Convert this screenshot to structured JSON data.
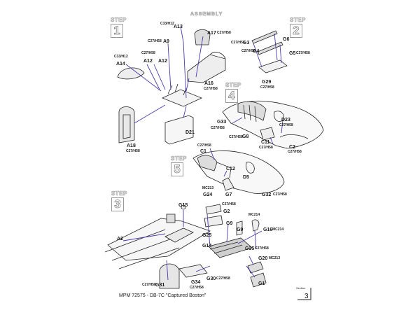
{
  "header": {
    "title": "ASSEMBLY"
  },
  "steps": [
    {
      "word": "STEP",
      "number": "1"
    },
    {
      "word": "STEP",
      "number": "2"
    },
    {
      "word": "STEP",
      "number": "4"
    },
    {
      "word": "STEP",
      "number": "5"
    },
    {
      "word": "STEP",
      "number": "3"
    }
  ],
  "parts": [
    "A13",
    "A9",
    "A17",
    "G3",
    "G6",
    "G4",
    "G5",
    "A14",
    "A12",
    "A12",
    "A16",
    "G29",
    "G33",
    "D23",
    "D21",
    "G8",
    "C11",
    "C2",
    "A18",
    "C1",
    "C12",
    "D5",
    "G7",
    "G24",
    "G32",
    "G15",
    "G2",
    "G9",
    "G9",
    "G16",
    "A2",
    "G25",
    "G14",
    "G35",
    "G20",
    "G30",
    "G34",
    "G31",
    "G1"
  ],
  "refs": {
    "r1": "C33/H12",
    "r2": "C27/H58",
    "r3": "C27/H58",
    "r4": "C27/H58",
    "r5": "C27/H58",
    "r6": "C33/H12",
    "r7": "C27/H58",
    "r8": "C27/H58",
    "r9": "C27/H58",
    "r10": "C27/H58",
    "r11": "C27/H58",
    "r12": "C27/H58",
    "r13": "C27/H58",
    "r14": "C27/H58",
    "r15": "C27/H58",
    "r16": "MC213",
    "r17": "C27/H58",
    "r18": "C27/H58",
    "r19": "C27/H58",
    "r20": "MC214",
    "r21": "MC214",
    "r22": "C27/H58",
    "r23": "MC213",
    "r24": "C27/H58",
    "r25": "C27/H58",
    "r26": "C27/H58",
    "r27": "C27/H58"
  },
  "footer": {
    "text": "MPM 72575 - DB-7C \"Captured Boston\"",
    "page_tag": "Section",
    "page_number": "3"
  }
}
